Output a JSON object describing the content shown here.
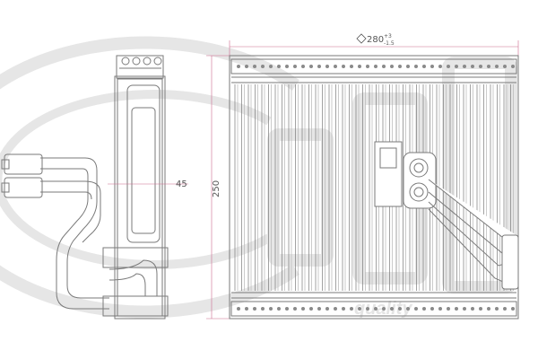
{
  "drawing": {
    "width_dim": {
      "value": "280",
      "tol_upper": "+3",
      "tol_lower": "-1.5"
    },
    "height_dim": {
      "value": "250"
    },
    "depth_dim": {
      "value": "45"
    },
    "colors": {
      "line": "#7a7a7a",
      "dim": "#cc6a8e",
      "watermark": "#e6e6e6"
    }
  },
  "watermark": {
    "text": "quality"
  }
}
